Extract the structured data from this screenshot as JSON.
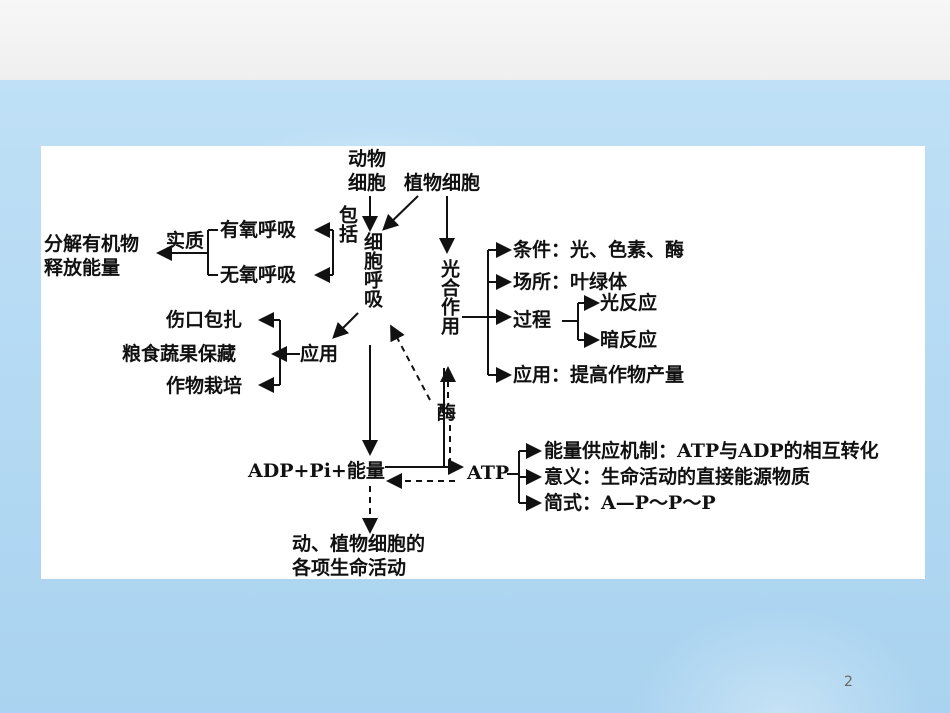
{
  "slide": {
    "page_number": "2"
  },
  "diagram": {
    "animal_cell": "动物",
    "animal_cell2": "细胞",
    "plant_cell": "植物细胞",
    "include": "包括",
    "respiration": "细胞呼吸",
    "aerobic": "有氧呼吸",
    "anaerobic": "无氧呼吸",
    "essence": "实质",
    "decompose1": "分解有机物",
    "decompose2": "释放能量",
    "application": "应用",
    "app_items": [
      "伤口包扎",
      "粮食蔬果保藏",
      "作物栽培"
    ],
    "photosynthesis": "光合作用",
    "photo_items": {
      "conditions": "条件：光、色素、酶",
      "location": "场所：叶绿体",
      "process": "过程",
      "light": "光反应",
      "dark": "暗反应",
      "use": "应用：提高作物产量"
    },
    "enzyme": "酶",
    "adp": "ADP+Pi+能量",
    "atp": "ATP",
    "atp_items": {
      "mechanism": "能量供应机制：ATP与ADP的相互转化",
      "meaning": "意义：生命活动的直接能源物质",
      "formula": "简式：A—P～P～P"
    },
    "activities1": "动、植物细胞的",
    "activities2": "各项生命活动"
  }
}
